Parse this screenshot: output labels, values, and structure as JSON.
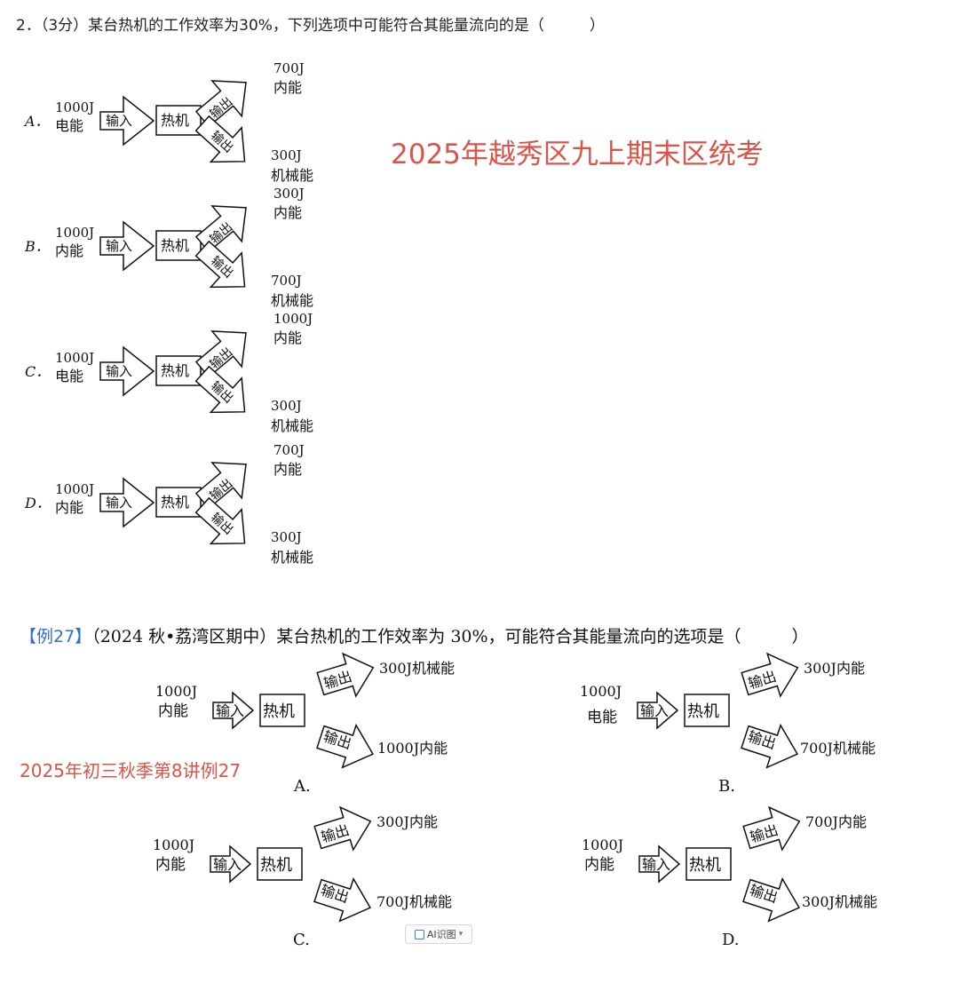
{
  "q2": {
    "title": "2．（3分）某台热机的工作效率为30%，下列选项中可能符合其能量流向的是（　　　）",
    "options": [
      {
        "letter": "A．",
        "in_value": "1000J",
        "in_type": "电能",
        "out1_value": "700J",
        "out1_type": "内能",
        "out2_value": "300J",
        "out2_type": "机械能"
      },
      {
        "letter": "B．",
        "in_value": "1000J",
        "in_type": "内能",
        "out1_value": "300J",
        "out1_type": "内能",
        "out2_value": "700J",
        "out2_type": "机械能"
      },
      {
        "letter": "C．",
        "in_value": "1000J",
        "in_type": "电能",
        "out1_value": "1000J",
        "out1_type": "内能",
        "out2_value": "300J",
        "out2_type": "机械能"
      },
      {
        "letter": "D．",
        "in_value": "1000J",
        "in_type": "内能",
        "out1_value": "700J",
        "out1_type": "内能",
        "out2_value": "300J",
        "out2_type": "机械能"
      }
    ]
  },
  "labels": {
    "input": "输入",
    "engine": "热机",
    "output": "输出"
  },
  "watermark_q2": "2025年越秀区九上期末区统考",
  "example": {
    "tag": "【例27】",
    "title": "（2024 秋•荔湾区期中）某台热机的工作效率为 30%，可能符合其能量流向的选项是（　　　）",
    "watermark": "2025年初三秋季第8讲例27",
    "options": [
      {
        "letter": "A.",
        "in_value": "1000J",
        "in_type": "内能",
        "out1": "300J机械能",
        "out2": "1000J内能"
      },
      {
        "letter": "B.",
        "in_value": "1000J",
        "in_type": "电能",
        "out1": "300J内能",
        "out2": "700J机械能"
      },
      {
        "letter": "C.",
        "in_value": "1000J",
        "in_type": "内能",
        "out1": "300J内能",
        "out2": "700J机械能"
      },
      {
        "letter": "D.",
        "in_value": "1000J",
        "in_type": "内能",
        "out1": "700J内能",
        "out2": "300J机械能"
      }
    ]
  },
  "ai_button": {
    "label": "AI识图",
    "icon": "scan-icon"
  }
}
